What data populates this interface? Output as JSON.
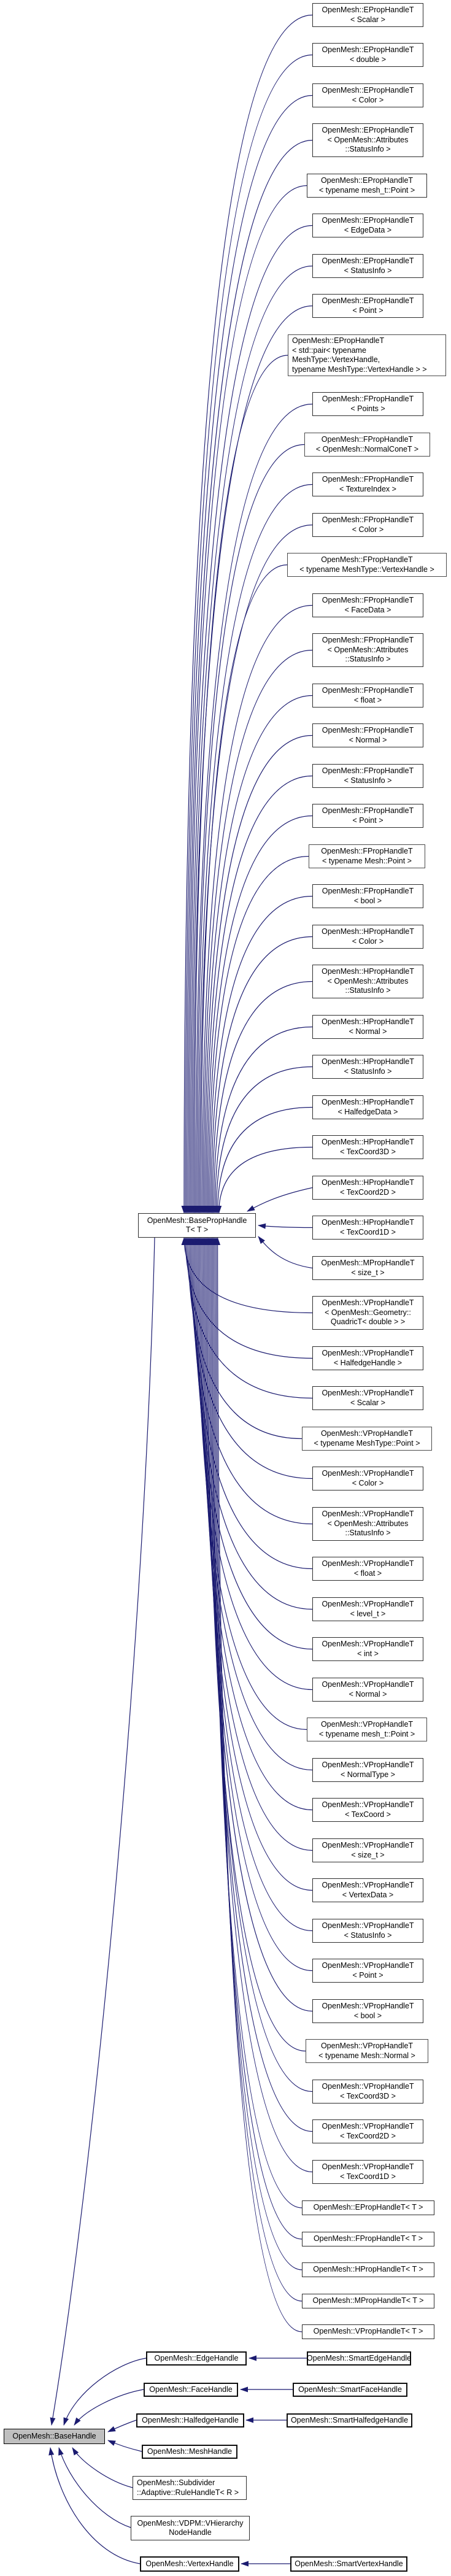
{
  "diagram": {
    "colors": {
      "edge": "#1b1b70",
      "node_fill": "#ffffff",
      "focus_fill": "#bfbfbf",
      "border": "#2e2e2e",
      "text": "#000000",
      "background": "#ffffff"
    },
    "focus_node": {
      "label": "OpenMesh::BaseHandle"
    },
    "central_node": {
      "line1": "OpenMesh::BasePropHandle",
      "line2": "T< T >"
    },
    "prop_handle_nodes": [
      {
        "lines": [
          "OpenMesh::EPropHandleT",
          "< Scalar >"
        ]
      },
      {
        "lines": [
          "OpenMesh::EPropHandleT",
          "< double >"
        ]
      },
      {
        "lines": [
          "OpenMesh::EPropHandleT",
          "< Color >"
        ]
      },
      {
        "lines": [
          "OpenMesh::EPropHandleT",
          "< OpenMesh::Attributes",
          "::StatusInfo >"
        ]
      },
      {
        "lines": [
          "OpenMesh::EPropHandleT",
          "< typename mesh_t::Point >"
        ]
      },
      {
        "lines": [
          "OpenMesh::EPropHandleT",
          "< EdgeData >"
        ]
      },
      {
        "lines": [
          "OpenMesh::EPropHandleT",
          "< StatusInfo >"
        ]
      },
      {
        "lines": [
          "OpenMesh::EPropHandleT",
          "< Point >"
        ]
      },
      {
        "lines": [
          "OpenMesh::EPropHandleT",
          "< std::pair< typename",
          "MeshType::VertexHandle,",
          "typename MeshType::VertexHandle > >"
        ]
      },
      {
        "lines": [
          "OpenMesh::FPropHandleT",
          "< Points >"
        ]
      },
      {
        "lines": [
          "OpenMesh::FPropHandleT",
          "< OpenMesh::NormalConeT >"
        ]
      },
      {
        "lines": [
          "OpenMesh::FPropHandleT",
          "< TextureIndex >"
        ]
      },
      {
        "lines": [
          "OpenMesh::FPropHandleT",
          "< Color >"
        ]
      },
      {
        "lines": [
          "OpenMesh::FPropHandleT",
          "< typename MeshType::VertexHandle >"
        ]
      },
      {
        "lines": [
          "OpenMesh::FPropHandleT",
          "< FaceData >"
        ]
      },
      {
        "lines": [
          "OpenMesh::FPropHandleT",
          "< OpenMesh::Attributes",
          "::StatusInfo >"
        ]
      },
      {
        "lines": [
          "OpenMesh::FPropHandleT",
          "< float >"
        ]
      },
      {
        "lines": [
          "OpenMesh::FPropHandleT",
          "< Normal >"
        ]
      },
      {
        "lines": [
          "OpenMesh::FPropHandleT",
          "< StatusInfo >"
        ]
      },
      {
        "lines": [
          "OpenMesh::FPropHandleT",
          "< Point >"
        ]
      },
      {
        "lines": [
          "OpenMesh::FPropHandleT",
          "< typename Mesh::Point >"
        ]
      },
      {
        "lines": [
          "OpenMesh::FPropHandleT",
          "< bool >"
        ]
      },
      {
        "lines": [
          "OpenMesh::HPropHandleT",
          "< Color >"
        ]
      },
      {
        "lines": [
          "OpenMesh::HPropHandleT",
          "< OpenMesh::Attributes",
          "::StatusInfo >"
        ]
      },
      {
        "lines": [
          "OpenMesh::HPropHandleT",
          "< Normal >"
        ]
      },
      {
        "lines": [
          "OpenMesh::HPropHandleT",
          "< StatusInfo >"
        ]
      },
      {
        "lines": [
          "OpenMesh::HPropHandleT",
          "< HalfedgeData >"
        ]
      },
      {
        "lines": [
          "OpenMesh::HPropHandleT",
          "< TexCoord3D >"
        ]
      },
      {
        "lines": [
          "OpenMesh::HPropHandleT",
          "< TexCoord2D >"
        ]
      },
      {
        "lines": [
          "OpenMesh::HPropHandleT",
          "< TexCoord1D >"
        ]
      },
      {
        "lines": [
          "OpenMesh::MPropHandleT",
          "< size_t >"
        ]
      },
      {
        "lines": [
          "OpenMesh::VPropHandleT",
          "< OpenMesh::Geometry::",
          "QuadricT< double > >"
        ]
      },
      {
        "lines": [
          "OpenMesh::VPropHandleT",
          "< HalfedgeHandle >"
        ]
      },
      {
        "lines": [
          "OpenMesh::VPropHandleT",
          "< Scalar >"
        ]
      },
      {
        "lines": [
          "OpenMesh::VPropHandleT",
          "< typename MeshType::Point >"
        ]
      },
      {
        "lines": [
          "OpenMesh::VPropHandleT",
          "< Color >"
        ]
      },
      {
        "lines": [
          "OpenMesh::VPropHandleT",
          "< OpenMesh::Attributes",
          "::StatusInfo >"
        ]
      },
      {
        "lines": [
          "OpenMesh::VPropHandleT",
          "< float >"
        ]
      },
      {
        "lines": [
          "OpenMesh::VPropHandleT",
          "< level_t >"
        ]
      },
      {
        "lines": [
          "OpenMesh::VPropHandleT",
          "< int >"
        ]
      },
      {
        "lines": [
          "OpenMesh::VPropHandleT",
          "< Normal >"
        ]
      },
      {
        "lines": [
          "OpenMesh::VPropHandleT",
          "< typename mesh_t::Point >"
        ]
      },
      {
        "lines": [
          "OpenMesh::VPropHandleT",
          "< NormalType >"
        ]
      },
      {
        "lines": [
          "OpenMesh::VPropHandleT",
          "< TexCoord >"
        ]
      },
      {
        "lines": [
          "OpenMesh::VPropHandleT",
          "< size_t >"
        ]
      },
      {
        "lines": [
          "OpenMesh::VPropHandleT",
          "< VertexData >"
        ]
      },
      {
        "lines": [
          "OpenMesh::VPropHandleT",
          "< StatusInfo >"
        ]
      },
      {
        "lines": [
          "OpenMesh::VPropHandleT",
          "< Point >"
        ]
      },
      {
        "lines": [
          "OpenMesh::VPropHandleT",
          "< bool >"
        ]
      },
      {
        "lines": [
          "OpenMesh::VPropHandleT",
          "< typename Mesh::Normal >"
        ]
      },
      {
        "lines": [
          "OpenMesh::VPropHandleT",
          "< TexCoord3D >"
        ]
      },
      {
        "lines": [
          "OpenMesh::VPropHandleT",
          "< TexCoord2D >"
        ]
      },
      {
        "lines": [
          "OpenMesh::VPropHandleT",
          "< TexCoord1D >"
        ]
      },
      {
        "lines": [
          "OpenMesh::EPropHandleT< T >"
        ]
      },
      {
        "lines": [
          "OpenMesh::FPropHandleT< T >"
        ]
      },
      {
        "lines": [
          "OpenMesh::HPropHandleT< T >"
        ]
      },
      {
        "lines": [
          "OpenMesh::MPropHandleT< T >"
        ]
      },
      {
        "lines": [
          "OpenMesh::VPropHandleT< T >"
        ]
      }
    ],
    "handle_nodes": [
      {
        "lines": [
          "OpenMesh::EdgeHandle"
        ]
      },
      {
        "lines": [
          "OpenMesh::FaceHandle"
        ]
      },
      {
        "lines": [
          "OpenMesh::HalfedgeHandle"
        ]
      },
      {
        "lines": [
          "OpenMesh::MeshHandle"
        ]
      },
      {
        "lines": [
          "OpenMesh::Subdivider",
          "::Adaptive::RuleHandleT< R >"
        ]
      },
      {
        "lines": [
          "OpenMesh::VDPM::VHierarchy",
          "NodeHandle"
        ]
      },
      {
        "lines": [
          "OpenMesh::VertexHandle"
        ]
      }
    ],
    "smart_handle_nodes": [
      {
        "lines": [
          "OpenMesh::SmartEdgeHandle"
        ]
      },
      {
        "lines": [
          "OpenMesh::SmartFaceHandle"
        ]
      },
      {
        "lines": [
          "OpenMesh::SmartHalfedgeHandle"
        ]
      },
      {
        "lines": [
          "OpenMesh::SmartVertexHandle"
        ]
      }
    ]
  }
}
